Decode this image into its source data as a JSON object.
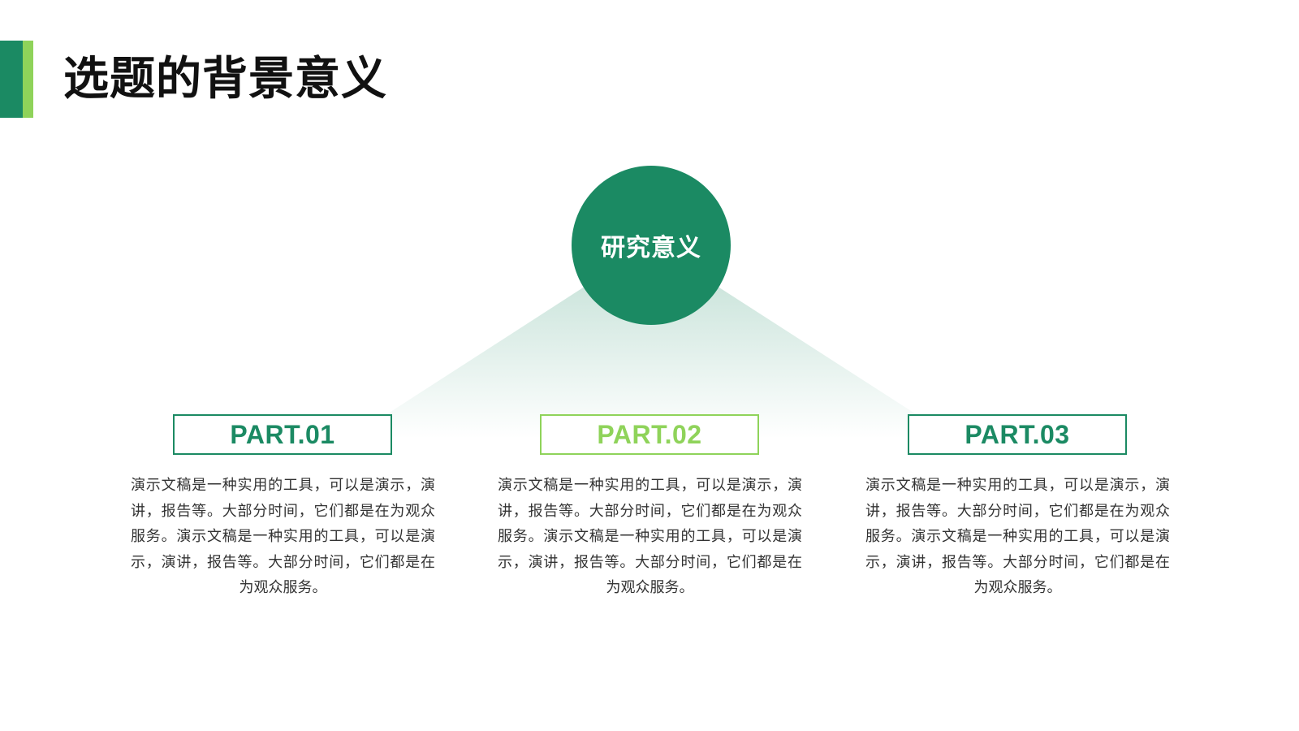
{
  "slide": {
    "title": "选题的背景意义",
    "center": {
      "label": "研究意义"
    },
    "parts": [
      {
        "label": "PART.01",
        "text": "演示文稿是一种实用的工具，可以是演示，演讲，报告等。大部分时间，它们都是在为观众服务。演示文稿是一种实用的工具，可以是演示，演讲，报告等。大部分时间，它们都是在为观众服务。"
      },
      {
        "label": "PART.02",
        "text": "演示文稿是一种实用的工具，可以是演示，演讲，报告等。大部分时间，它们都是在为观众服务。演示文稿是一种实用的工具，可以是演示，演讲，报告等。大部分时间，它们都是在为观众服务。"
      },
      {
        "label": "PART.03",
        "text": "演示文稿是一种实用的工具，可以是演示，演讲，报告等。大部分时间，它们都是在为观众服务。演示文稿是一种实用的工具，可以是演示，演讲，报告等。大部分时间，它们都是在为观众服务。"
      }
    ]
  },
  "colors": {
    "primary": "#1b8a63",
    "accent": "#8fd35a",
    "text": "#333333",
    "title": "#111111"
  }
}
